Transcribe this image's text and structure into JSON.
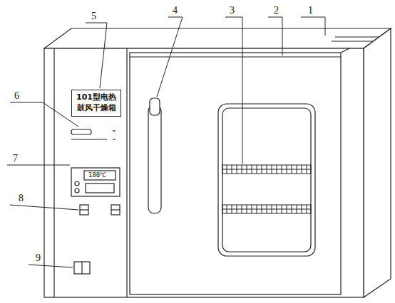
{
  "diagram": {
    "nodes": [
      {
        "text": [
          "101型电热 鼓风干燥箱"
        ]
      }
    ],
    "labels": [
      "1",
      "2",
      "3",
      "4",
      "5",
      "6",
      "7",
      "8",
      "9",
      "180℃"
    ]
  }
}
